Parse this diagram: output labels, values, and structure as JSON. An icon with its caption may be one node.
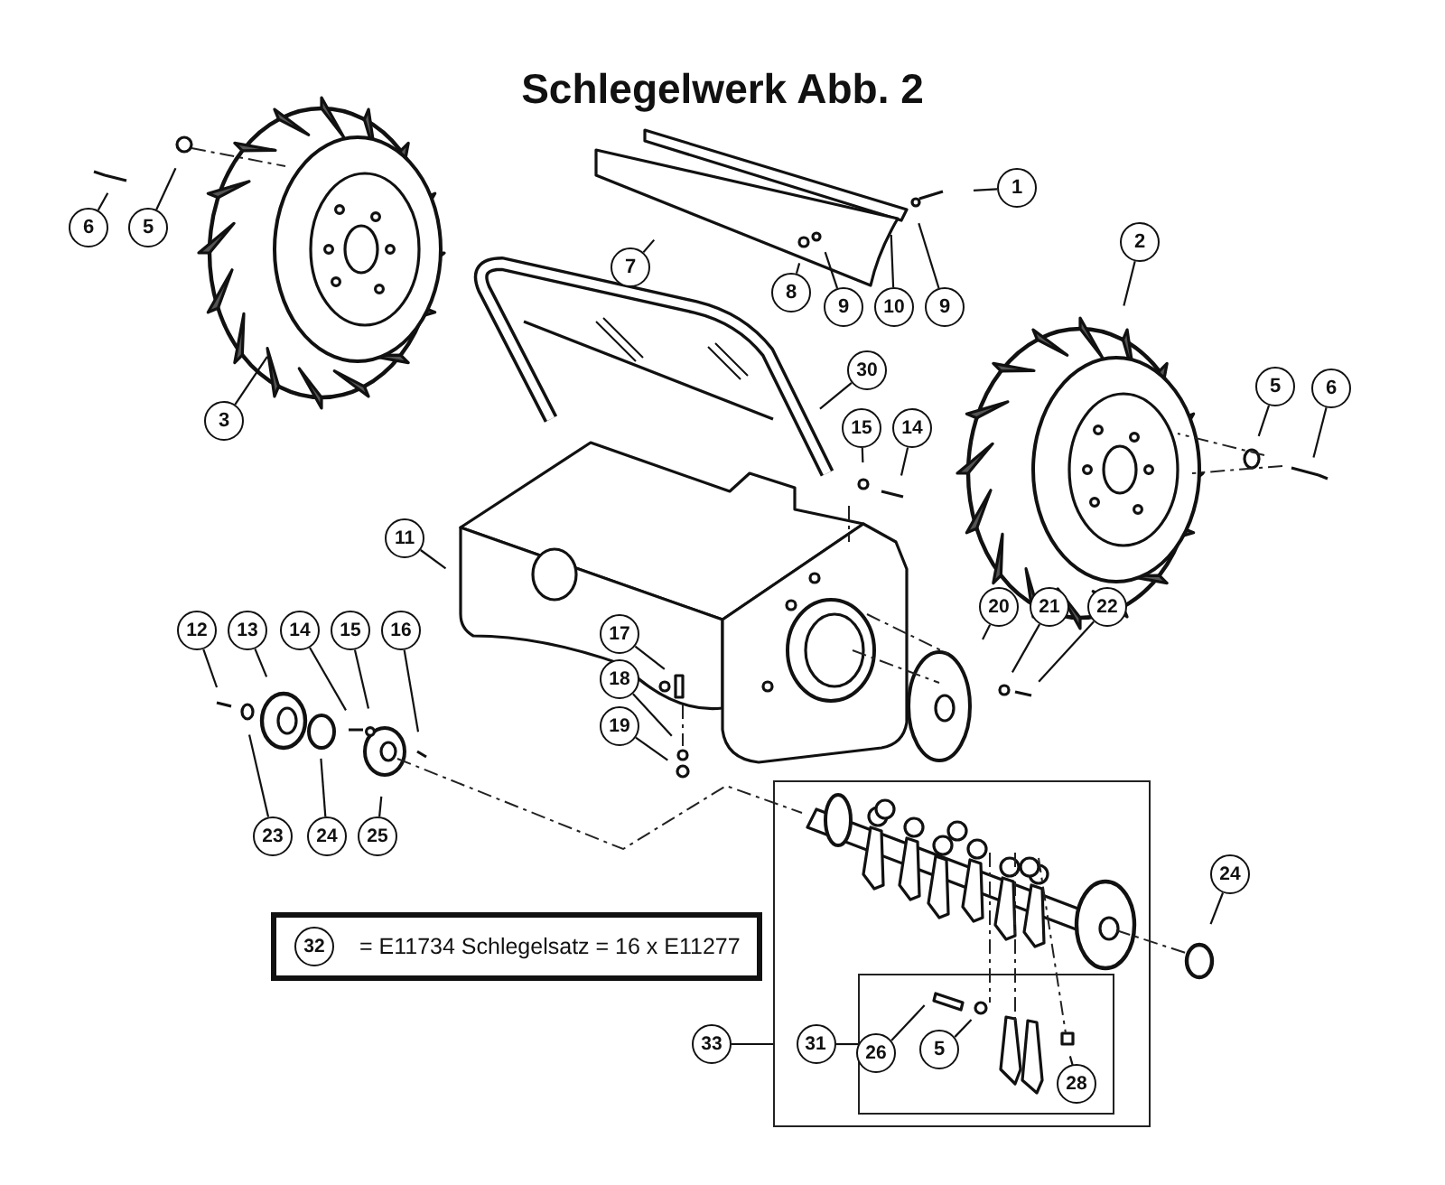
{
  "diagram": {
    "title": "Schlegelwerk Abb. 2",
    "nodes": [
      {
        "text": [
          "6"
        ]
      },
      {
        "text": [
          "5"
        ]
      },
      {
        "text": [
          "7"
        ]
      },
      {
        "text": [
          "8"
        ]
      },
      {
        "text": [
          "9"
        ]
      },
      {
        "text": [
          "10"
        ]
      },
      {
        "text": [
          "9"
        ]
      },
      {
        "text": [
          "1"
        ]
      },
      {
        "text": [
          "2"
        ]
      },
      {
        "text": [
          "3"
        ]
      },
      {
        "text": [
          "30"
        ]
      },
      {
        "text": [
          "15"
        ]
      },
      {
        "text": [
          "14"
        ]
      },
      {
        "text": [
          "5"
        ]
      },
      {
        "text": [
          "6"
        ]
      },
      {
        "text": [
          "11"
        ]
      },
      {
        "text": [
          "12"
        ]
      },
      {
        "text": [
          "13"
        ]
      },
      {
        "text": [
          "14"
        ]
      },
      {
        "text": [
          "15"
        ]
      },
      {
        "text": [
          "16"
        ]
      },
      {
        "text": [
          "20"
        ]
      },
      {
        "text": [
          "21"
        ]
      },
      {
        "text": [
          "22"
        ]
      },
      {
        "text": [
          "17"
        ]
      },
      {
        "text": [
          "18"
        ]
      },
      {
        "text": [
          "19"
        ]
      },
      {
        "text": [],
        "shape": "box"
      },
      {
        "text": [
          "23"
        ]
      },
      {
        "text": [
          "24"
        ]
      },
      {
        "text": [
          "25"
        ]
      },
      {
        "text": [
          "24"
        ]
      },
      {
        "text": [
          "= E11734 Schlegelsatz = 16 x E11277"
        ]
      },
      {
        "text": [
          "32"
        ],
        "in": 32
      },
      {
        "text": [
          "33"
        ]
      },
      {
        "text": [
          "31"
        ],
        "in": 27
      },
      {
        "text": [],
        "shape": "box",
        "in": 27
      },
      {
        "text": [
          "26"
        ],
        "in": 36
      },
      {
        "text": [
          "5"
        ],
        "in": 36
      },
      {
        "text": [
          "28"
        ],
        "in": 36
      }
    ],
    "edges": [
      {
        "from": 0,
        "to": null,
        "arrow": "none"
      },
      {
        "from": 1,
        "to": null,
        "arrow": "none"
      },
      {
        "from": 2,
        "to": null,
        "arrow": "none"
      },
      {
        "from": 3,
        "to": null,
        "arrow": "none"
      },
      {
        "from": 4,
        "to": null,
        "arrow": "none"
      },
      {
        "from": 5,
        "to": null,
        "arrow": "none"
      },
      {
        "from": 6,
        "to": null,
        "arrow": "none"
      },
      {
        "from": 7,
        "to": null,
        "arrow": "none"
      },
      {
        "from": 8,
        "to": null,
        "arrow": "none"
      },
      {
        "from": 9,
        "to": null,
        "arrow": "none"
      },
      {
        "from": 10,
        "to": null,
        "arrow": "none"
      },
      {
        "from": 11,
        "to": null,
        "arrow": "none"
      },
      {
        "from": 12,
        "to": null,
        "arrow": "none"
      },
      {
        "from": 13,
        "to": null,
        "arrow": "none"
      },
      {
        "from": 14,
        "to": null,
        "arrow": "none"
      },
      {
        "from": 15,
        "to": null,
        "arrow": "none"
      },
      {
        "from": 16,
        "to": null,
        "arrow": "none"
      },
      {
        "from": 17,
        "to": null,
        "arrow": "none"
      },
      {
        "from": 18,
        "to": null,
        "arrow": "none"
      },
      {
        "from": 19,
        "to": null,
        "arrow": "none"
      },
      {
        "from": 20,
        "to": null,
        "arrow": "none"
      },
      {
        "from": 21,
        "to": null,
        "arrow": "none"
      },
      {
        "from": 22,
        "to": null,
        "arrow": "none"
      },
      {
        "from": 23,
        "to": null,
        "arrow": "none"
      },
      {
        "from": 24,
        "to": null,
        "arrow": "none"
      },
      {
        "from": 25,
        "to": null,
        "arrow": "none"
      },
      {
        "from": 26,
        "to": null,
        "arrow": "none"
      },
      {
        "from": 28,
        "to": null,
        "arrow": "none"
      },
      {
        "from": 29,
        "to": null,
        "arrow": "none"
      },
      {
        "from": 30,
        "to": null,
        "arrow": "none"
      },
      {
        "from": 31,
        "to": null,
        "arrow": "none"
      },
      {
        "from": 34,
        "to": 27,
        "arrow": "none"
      },
      {
        "from": 35,
        "to": 36,
        "arrow": "none"
      },
      {
        "from": 37,
        "to": null,
        "arrow": "none"
      },
      {
        "from": 38,
        "to": null,
        "arrow": "none"
      },
      {
        "from": 39,
        "to": null,
        "arrow": "none"
      }
    ]
  }
}
